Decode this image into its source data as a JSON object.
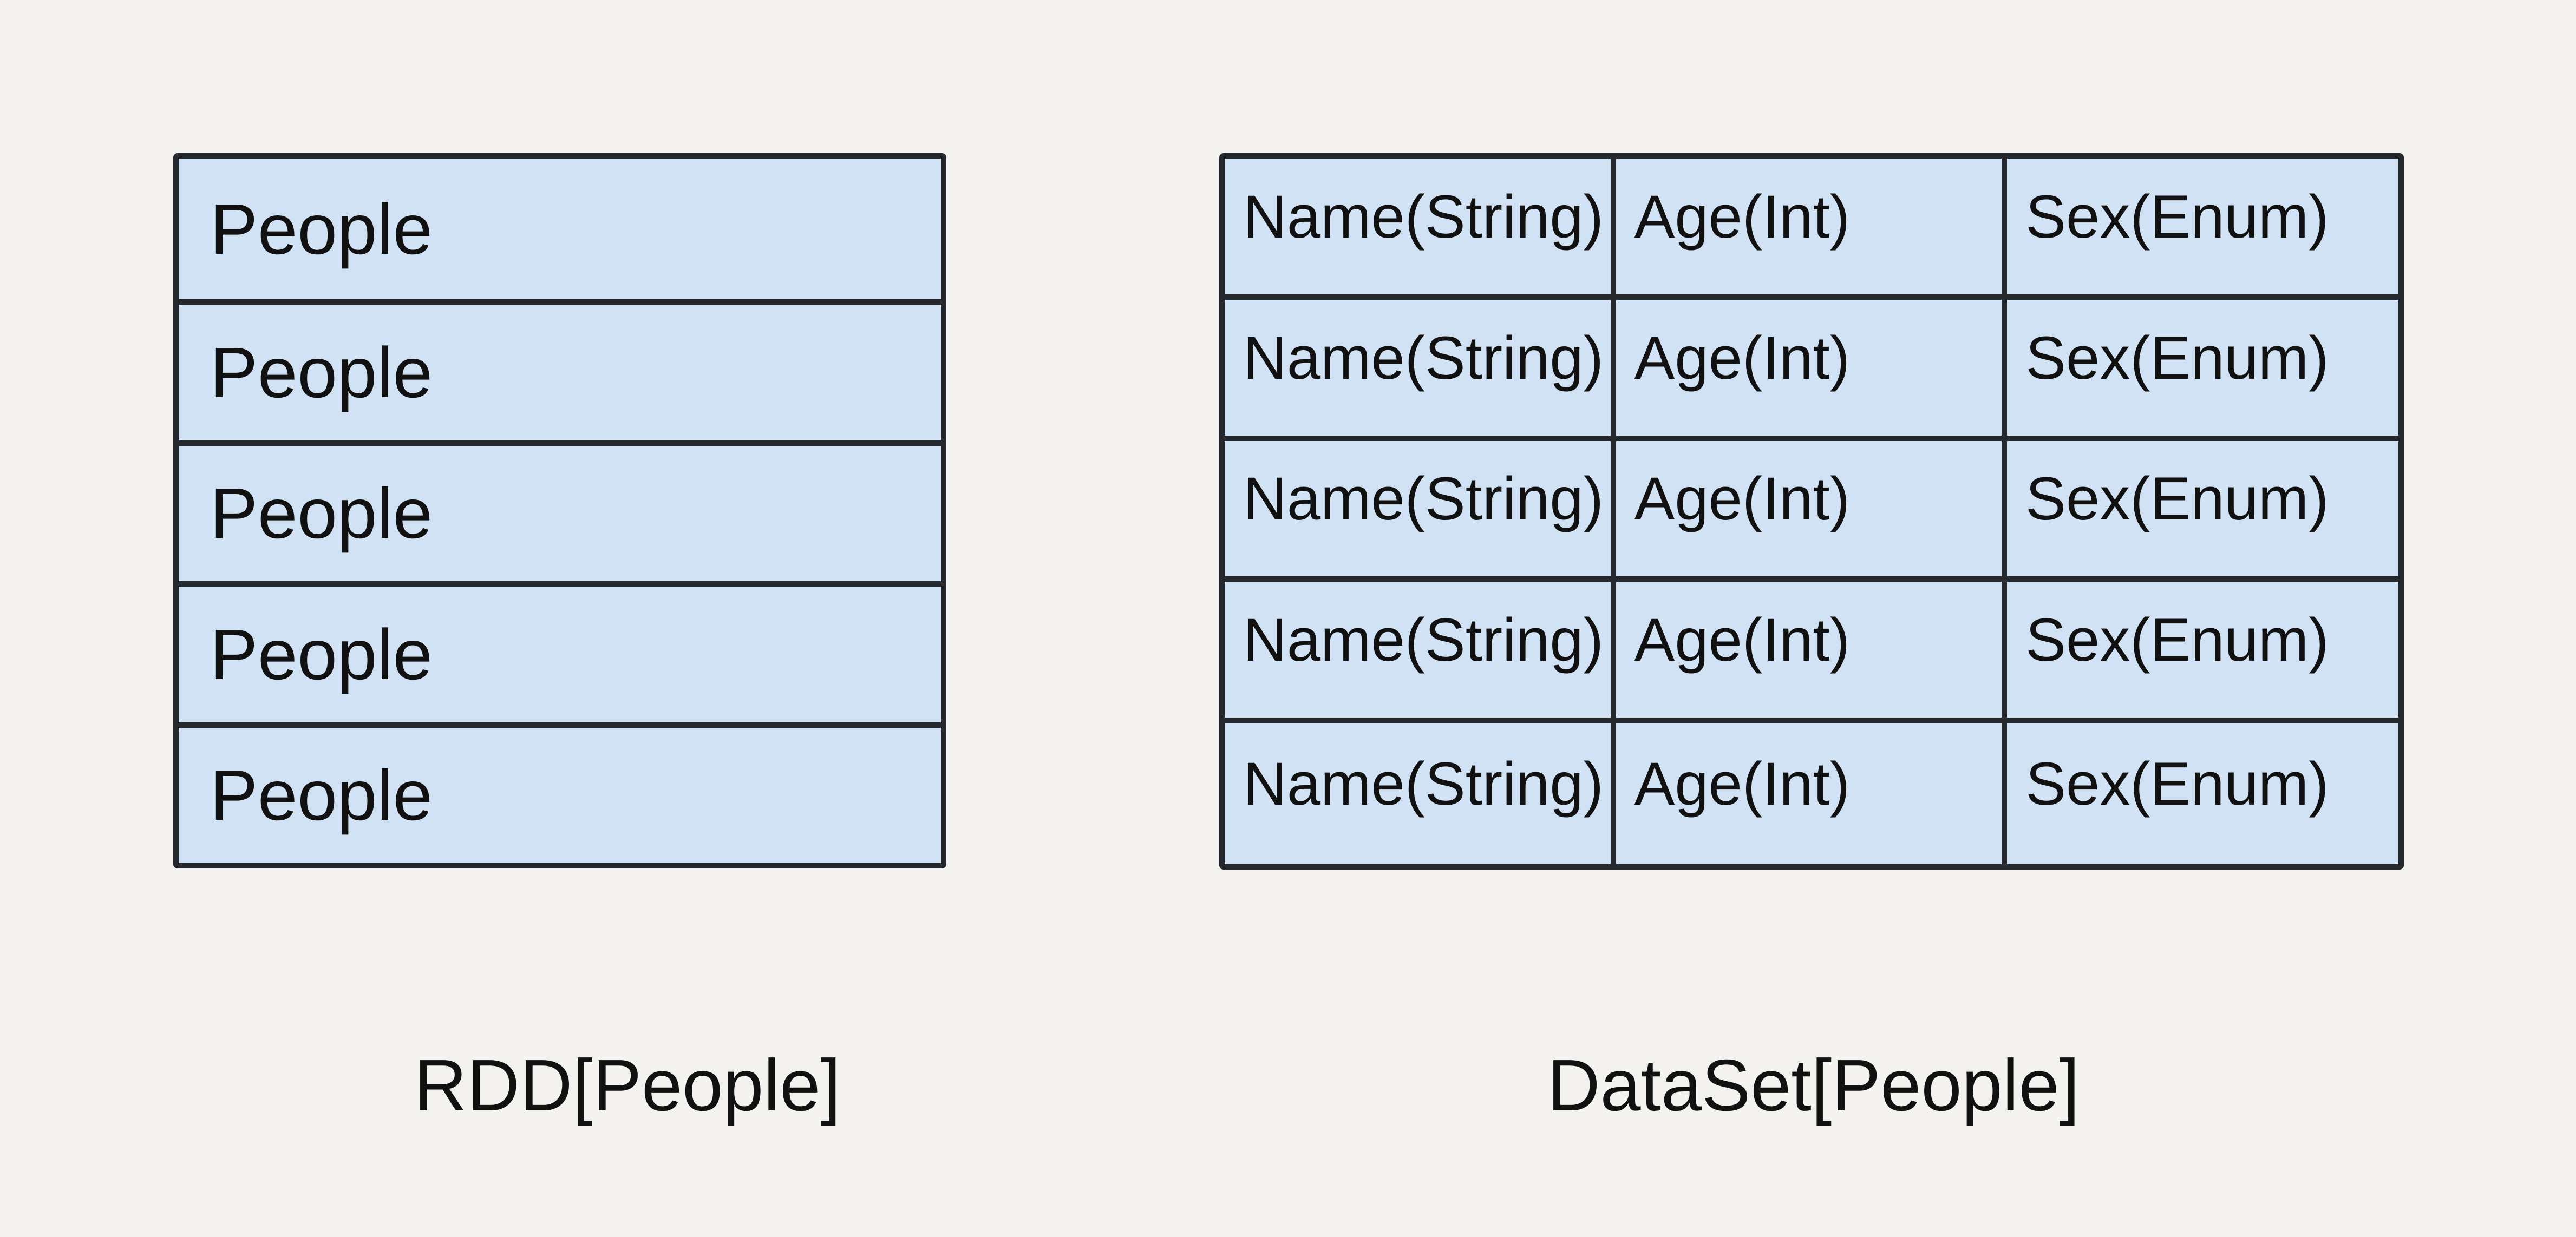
{
  "colors": {
    "background": "#f3f2ee",
    "cell_fill": "#d0e2f3",
    "border": "#24282c",
    "text": "#111111"
  },
  "rdd_table": {
    "label": "RDD[People]",
    "rows": [
      "People",
      "People",
      "People",
      "People",
      "People"
    ]
  },
  "dataset_table": {
    "label": "DataSet[People]",
    "columns": [
      "Name(String)",
      "Age(Int)",
      "Sex(Enum)"
    ],
    "rows": [
      [
        "Name(String)",
        "Age(Int)",
        "Sex(Enum)"
      ],
      [
        "Name(String)",
        "Age(Int)",
        "Sex(Enum)"
      ],
      [
        "Name(String)",
        "Age(Int)",
        "Sex(Enum)"
      ],
      [
        "Name(String)",
        "Age(Int)",
        "Sex(Enum)"
      ],
      [
        "Name(String)",
        "Age(Int)",
        "Sex(Enum)"
      ]
    ]
  }
}
